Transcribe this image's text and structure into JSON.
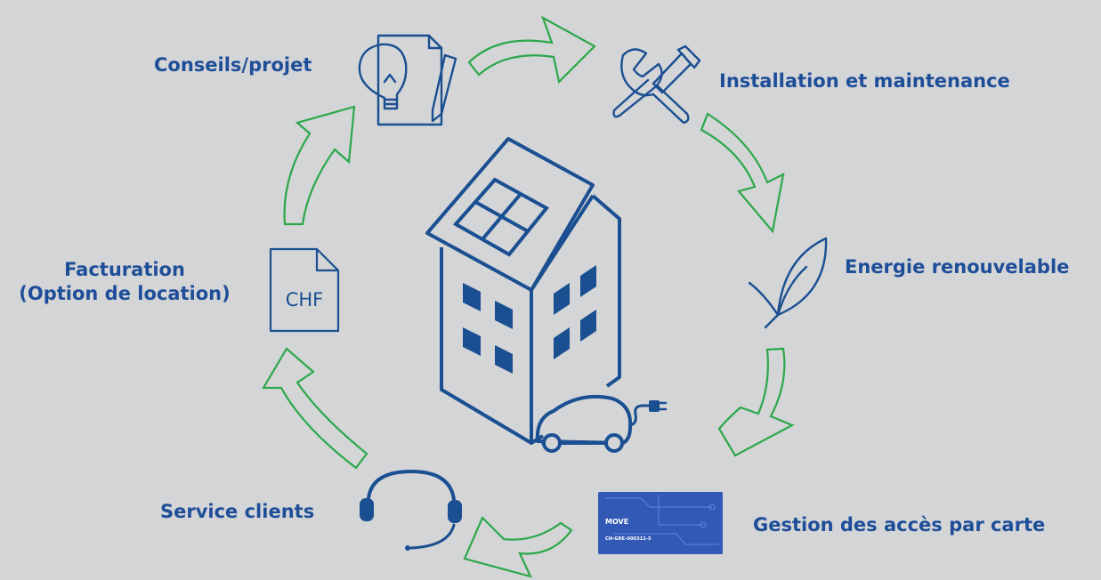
{
  "labels": {
    "conseils": "Conseils/projet",
    "installation": "Installation et maintenance",
    "energie": "Energie renouvelable",
    "gestion": "Gestion des accès par carte",
    "service": "Service clients",
    "facturation_line1": "Facturation",
    "facturation_line2": "(Option de location)"
  },
  "icons": {
    "document_currency": "CHF",
    "card_brand": "MOVE",
    "card_id": "CH-GRE-000311-5"
  },
  "colors": {
    "icon_blue": "#1a4f91",
    "text_blue": "#1f4e99",
    "arrow_green": "#2ca84a",
    "background": "#d4d5d7"
  }
}
